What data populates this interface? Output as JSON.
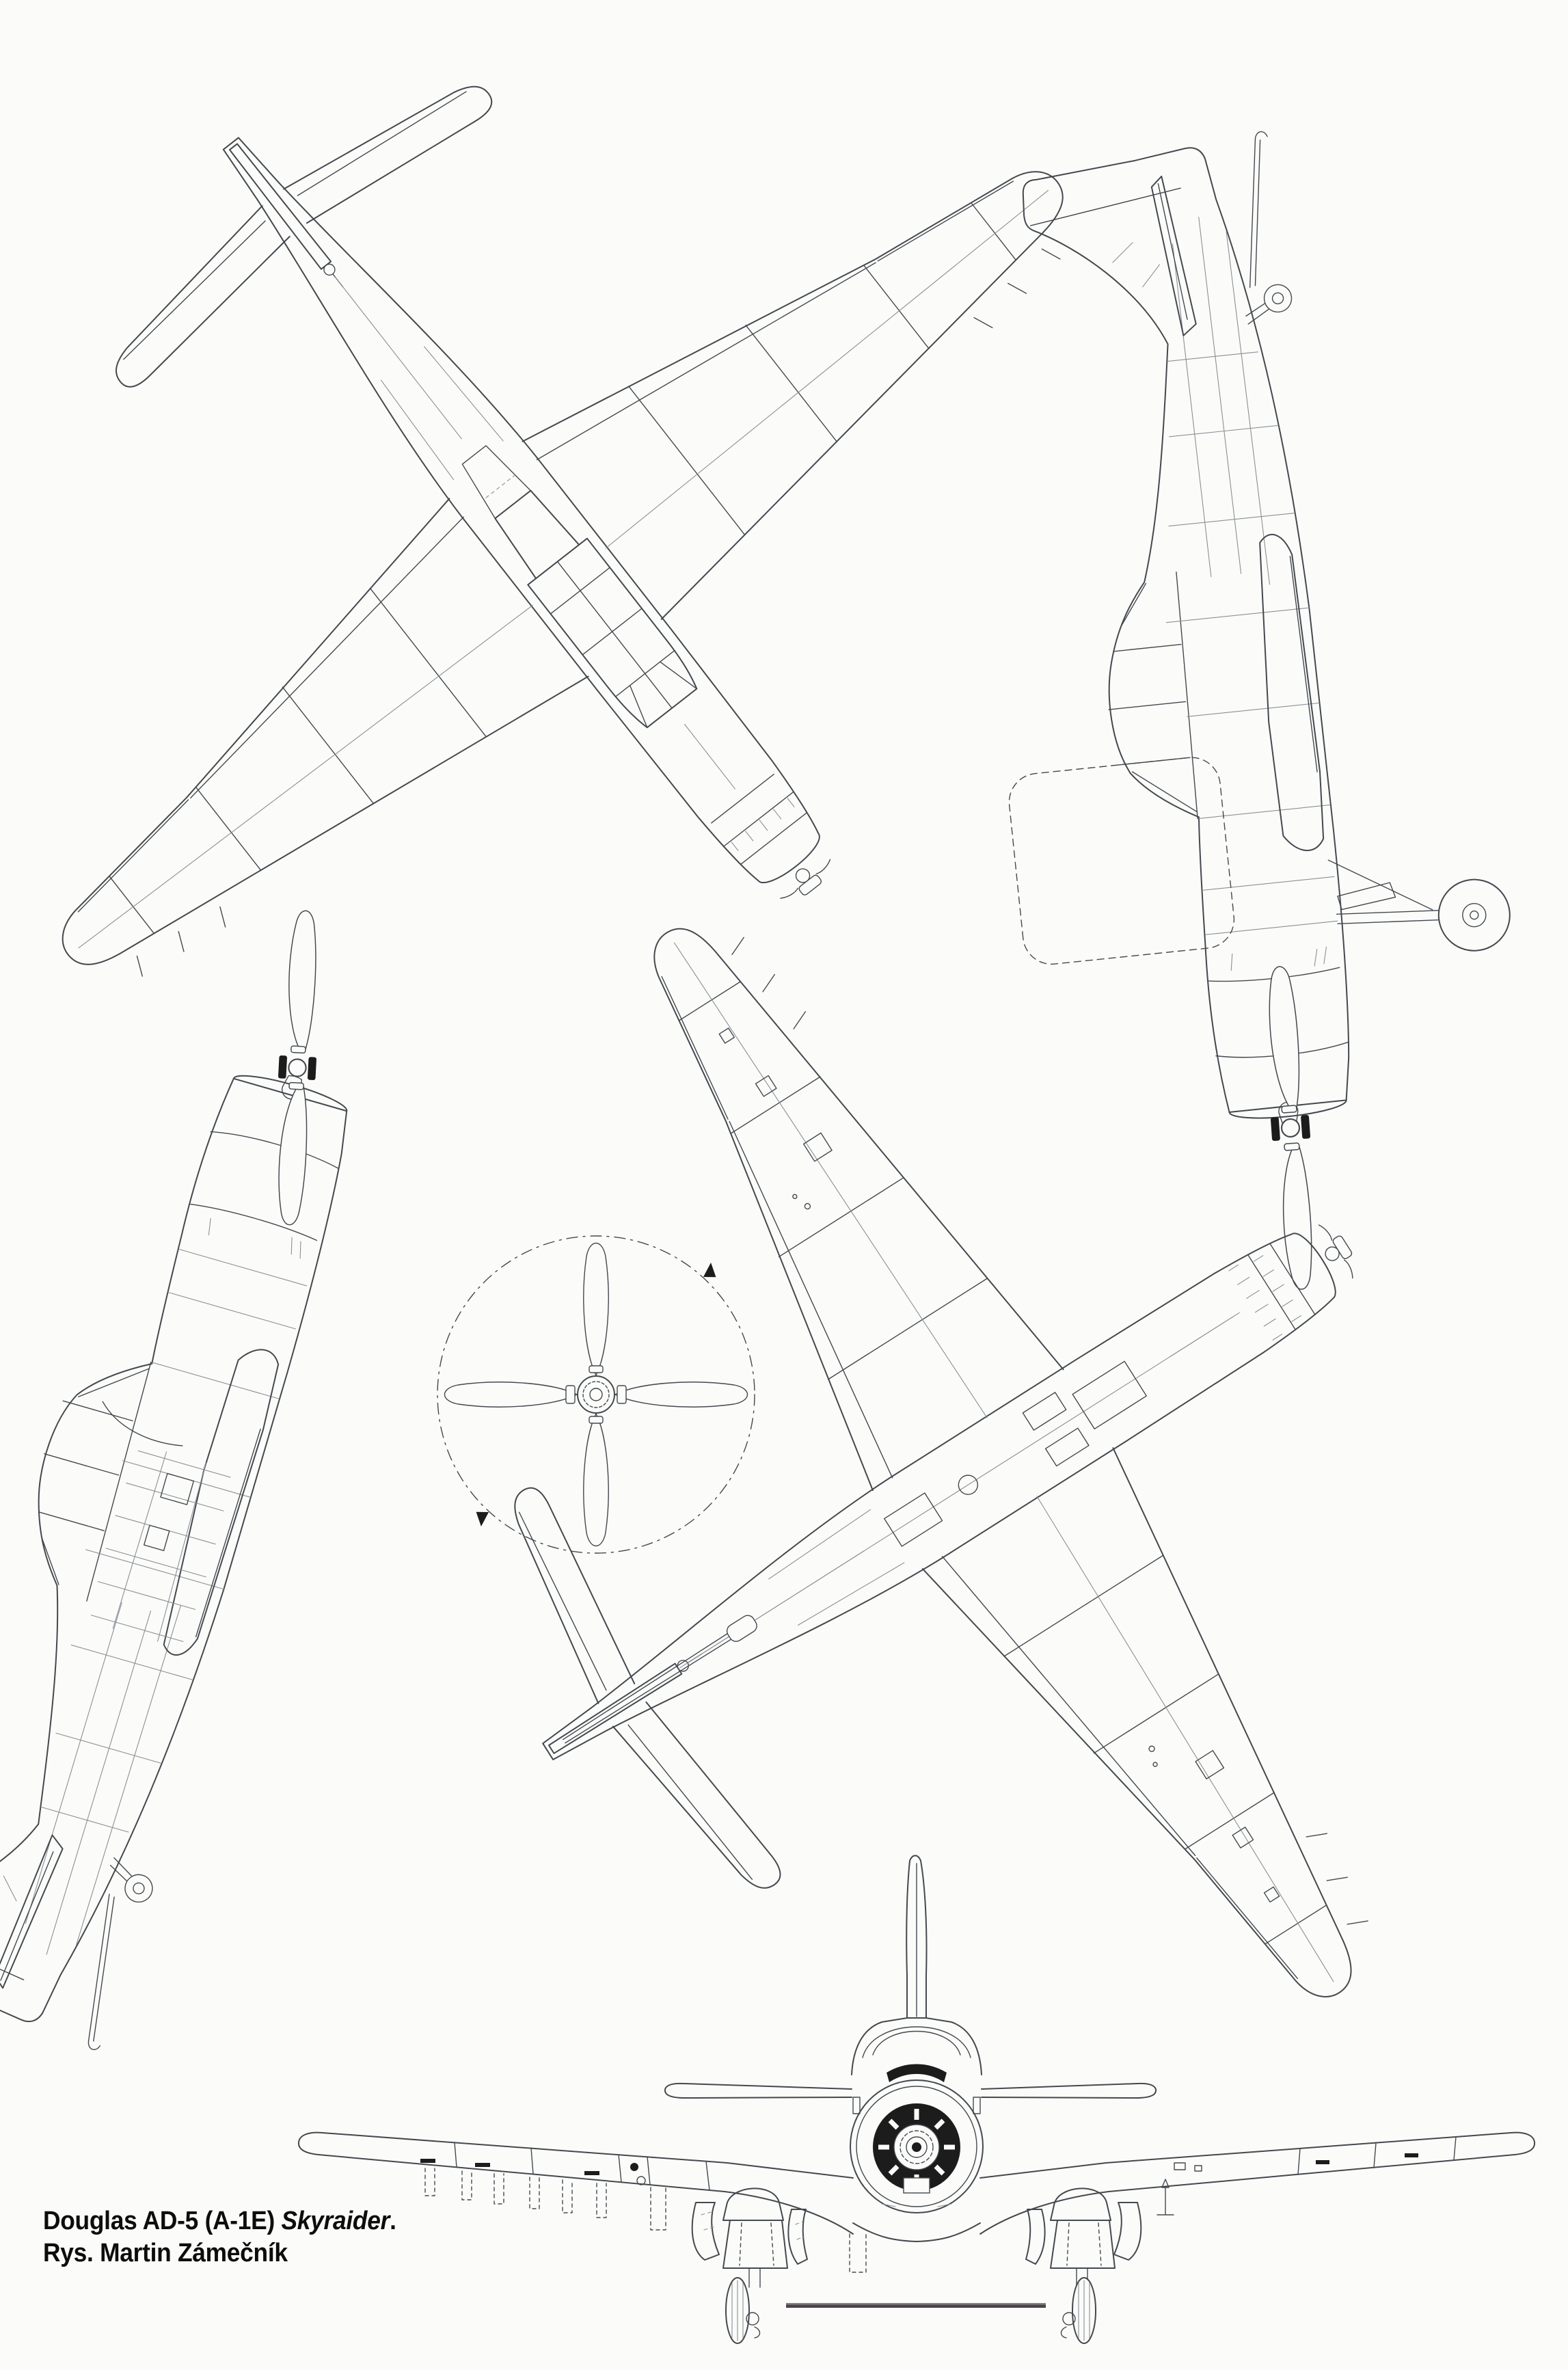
{
  "caption": {
    "line1_regular": "Douglas AD-5 (A-1E) ",
    "line1_italic": "Skyraider",
    "line1_period": ".",
    "line2": "Rys. Martin Zámečník"
  },
  "drawing": {
    "subject": "Douglas AD-5 (A-1E) Skyraider five-view line drawing",
    "colors": {
      "paper": "#fbfbf9",
      "ink": "#44494f",
      "light": "#8a9097",
      "dark": "#1c1c1c",
      "scalebar_main": "#4f3f58",
      "scalebar_edge": "#7a8668"
    },
    "views": [
      {
        "name": "top-plan-view"
      },
      {
        "name": "side-view-nose-down"
      },
      {
        "name": "side-view-nose-up"
      },
      {
        "name": "propeller-rotation-detail"
      },
      {
        "name": "bottom-plan-view"
      },
      {
        "name": "front-view"
      }
    ]
  }
}
